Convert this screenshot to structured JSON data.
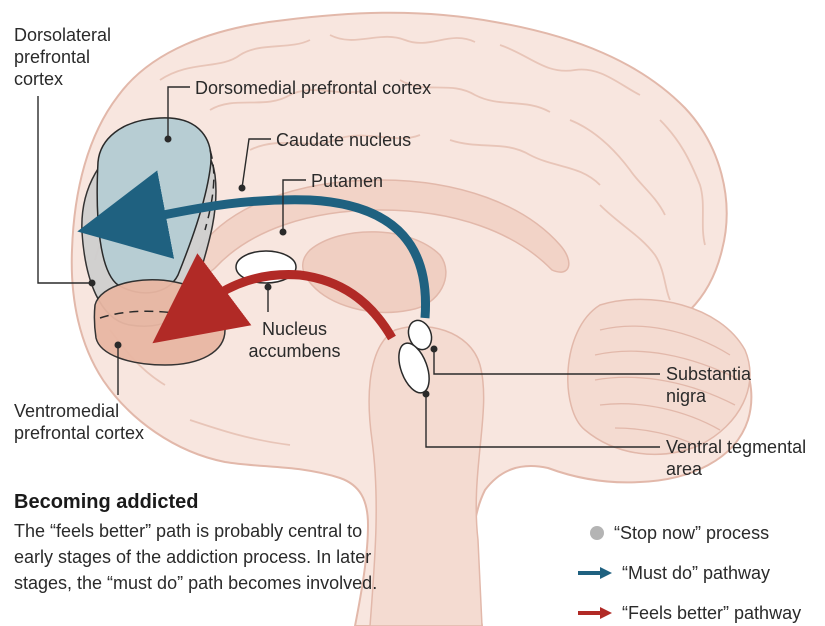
{
  "labels": {
    "dorsolateral": "Dorsolateral prefrontal cortex",
    "dorsomedial": "Dorsomedial prefrontal cortex",
    "caudate": "Caudate nucleus",
    "putamen": "Putamen",
    "nucleus_accumbens": "Nucleus accumbens",
    "ventromedial": "Ventromedial prefrontal cortex",
    "substantia_nigra": "Substantia nigra",
    "vta": "Ventral tegmental area"
  },
  "caption": {
    "title": "Becoming addicted",
    "body": "The “feels better” path is probably central to early stages of the addiction process. In later stages, the “must do” path becomes involved."
  },
  "legend": [
    {
      "text": "“Stop now” process",
      "color": "#b4b4b4",
      "icon": "gray-dot-icon"
    },
    {
      "text": "“Must do” pathway",
      "color": "#1f6180",
      "icon": "blue-arrow-icon"
    },
    {
      "text": "“Feels better” pathway",
      "color": "#b12a26",
      "icon": "red-arrow-icon"
    }
  ],
  "colors": {
    "brain_fill": "#f8e6df",
    "brain_outline": "#e2b8aa",
    "dorsomedial_fill": "#b7cdd3",
    "dorsolateral_fill": "#cfcfcf",
    "ventromedial_fill": "#e9b7a3",
    "must_do": "#1f6180",
    "feels_better": "#b12a26"
  }
}
